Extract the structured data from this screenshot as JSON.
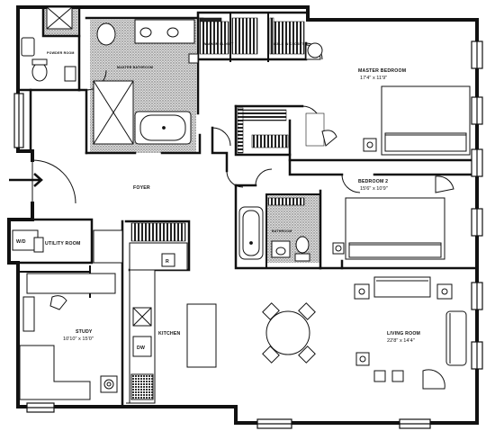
{
  "rooms": {
    "master_bedroom": {
      "name": "MASTER BEDROOM",
      "dim": "17'4\" x 11'9\""
    },
    "bedroom_2": {
      "name": "BEDROOM 2",
      "dim": "15'6\" x 10'9\""
    },
    "living_room": {
      "name": "LIVING ROOM",
      "dim": "22'8\" x 14'4\""
    },
    "study": {
      "name": "STUDY",
      "dim": "10'10\" x 15'0\""
    },
    "kitchen": {
      "name": "KITCHEN"
    },
    "foyer": {
      "name": "FOYER"
    },
    "utility_room": {
      "name": "UTILITY ROOM"
    },
    "master_bathroom": {
      "name": "MASTER BATHROOM"
    },
    "bathroom": {
      "name": "BATHROOM"
    },
    "powder_room": {
      "name": "POWDER ROOM"
    },
    "walk_in_closet_1": {
      "name": "WALK IN CLOSET"
    },
    "walk_in_closet_2": {
      "name": "WALK IN CLOSET"
    }
  },
  "fixtures": {
    "washer_dryer": "W/D",
    "dishwasher": "DW",
    "refrigerator": "R"
  },
  "colors": {
    "wall": "#111111",
    "tile": "#a9a9a9",
    "background": "#ffffff"
  }
}
